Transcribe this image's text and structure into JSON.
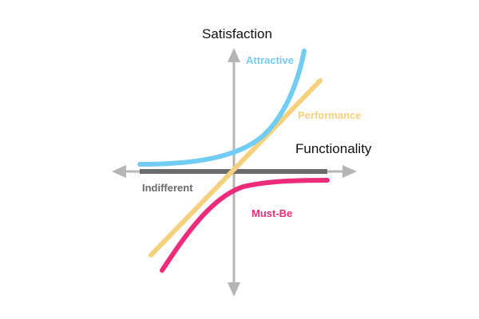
{
  "axes": {
    "y_title": "Satisfaction",
    "x_title": "Functionality",
    "axis_color": "#b5b5b5"
  },
  "curves": {
    "attractive": {
      "label": "Attractive",
      "color": "#72cdf4"
    },
    "performance": {
      "label": "Performance",
      "color": "#f7d07e"
    },
    "indifferent": {
      "label": "Indifferent",
      "color": "#6b6b6b"
    },
    "must_be": {
      "label": "Must-Be",
      "color": "#ee2a7b"
    }
  }
}
